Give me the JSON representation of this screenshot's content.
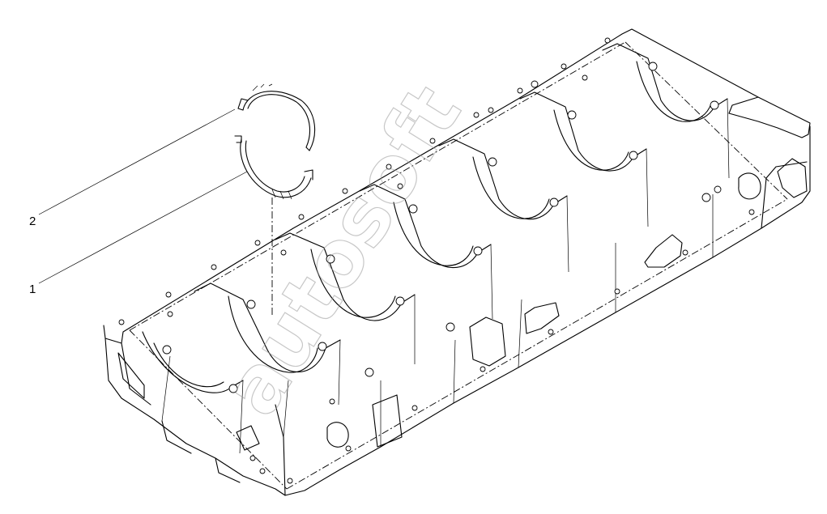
{
  "diagram": {
    "callouts": [
      {
        "id": "callout-2",
        "label": "2"
      },
      {
        "id": "callout-1",
        "label": "1"
      }
    ],
    "watermark": {
      "text": "autosoft"
    }
  }
}
